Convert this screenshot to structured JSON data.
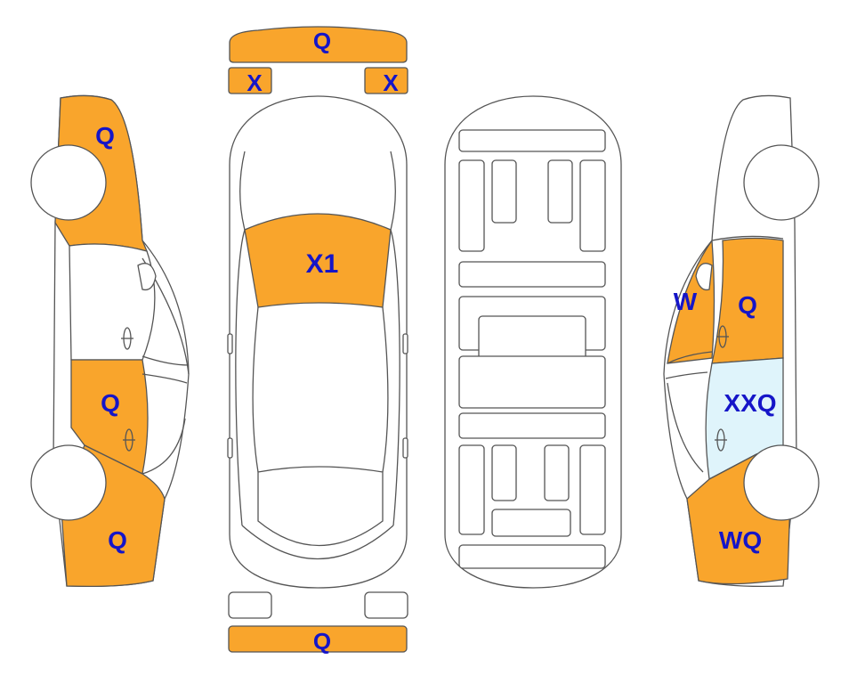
{
  "colors": {
    "damage": "#f9a52c",
    "glass_damage": "#dff4fb",
    "outline": "#555555",
    "label": "#1515c8",
    "background": "#ffffff"
  },
  "panels": {
    "front_bumper": "Q",
    "headlight_left": "X",
    "headlight_right": "X",
    "windshield": "X1",
    "rear_bumper": "Q",
    "left_front_fender": "Q",
    "left_rear_door": "Q",
    "left_rear_quarter": "Q",
    "right_front_door_glass": "W",
    "right_front_door": "Q",
    "right_rear_door_glass": "XXQ",
    "right_rear_quarter": "WQ"
  }
}
